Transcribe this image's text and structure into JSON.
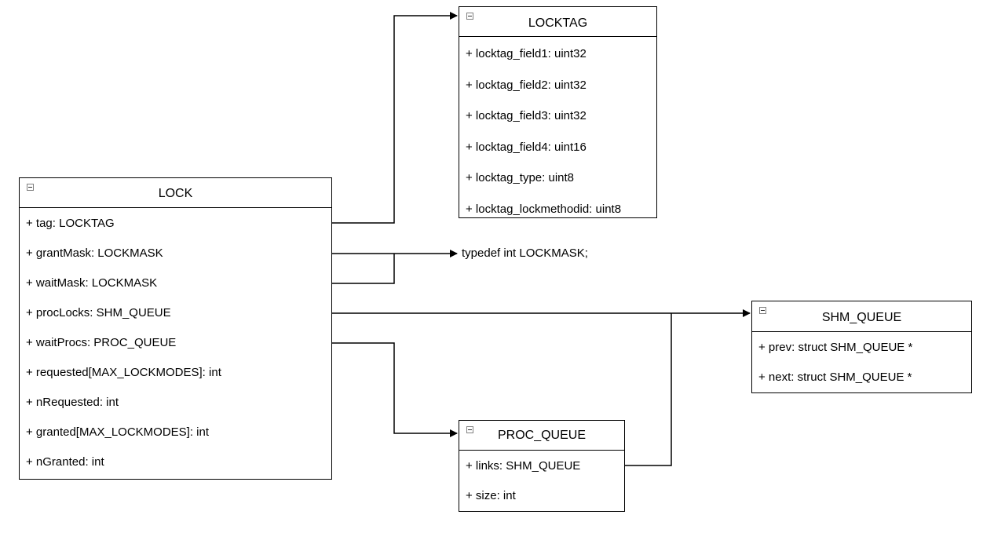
{
  "classes": {
    "locktag": {
      "name": "LOCKTAG",
      "fields": [
        "+ locktag_field1: uint32",
        "+ locktag_field2: uint32",
        "+ locktag_field3: uint32",
        "+ locktag_field4: uint16",
        "+ locktag_type: uint8",
        "+ locktag_lockmethodid: uint8"
      ]
    },
    "lock": {
      "name": "LOCK",
      "fields": [
        "+ tag: LOCKTAG",
        "+ grantMask: LOCKMASK",
        "+ waitMask: LOCKMASK",
        "+ procLocks: SHM_QUEUE",
        "+ waitProcs: PROC_QUEUE",
        "+ requested[MAX_LOCKMODES]: int",
        "+ nRequested: int",
        "+ granted[MAX_LOCKMODES]: int",
        "+ nGranted: int"
      ]
    },
    "shm_queue": {
      "name": "SHM_QUEUE",
      "fields": [
        "+ prev: struct SHM_QUEUE *",
        "+ next: struct SHM_QUEUE *"
      ]
    },
    "proc_queue": {
      "name": "PROC_QUEUE",
      "fields": [
        "+ links: SHM_QUEUE",
        "+ size: int"
      ]
    }
  },
  "typedef_note": "typedef int LOCKMASK;",
  "colors": {
    "line": "#000000",
    "border": "#000000",
    "background": "#ffffff"
  }
}
